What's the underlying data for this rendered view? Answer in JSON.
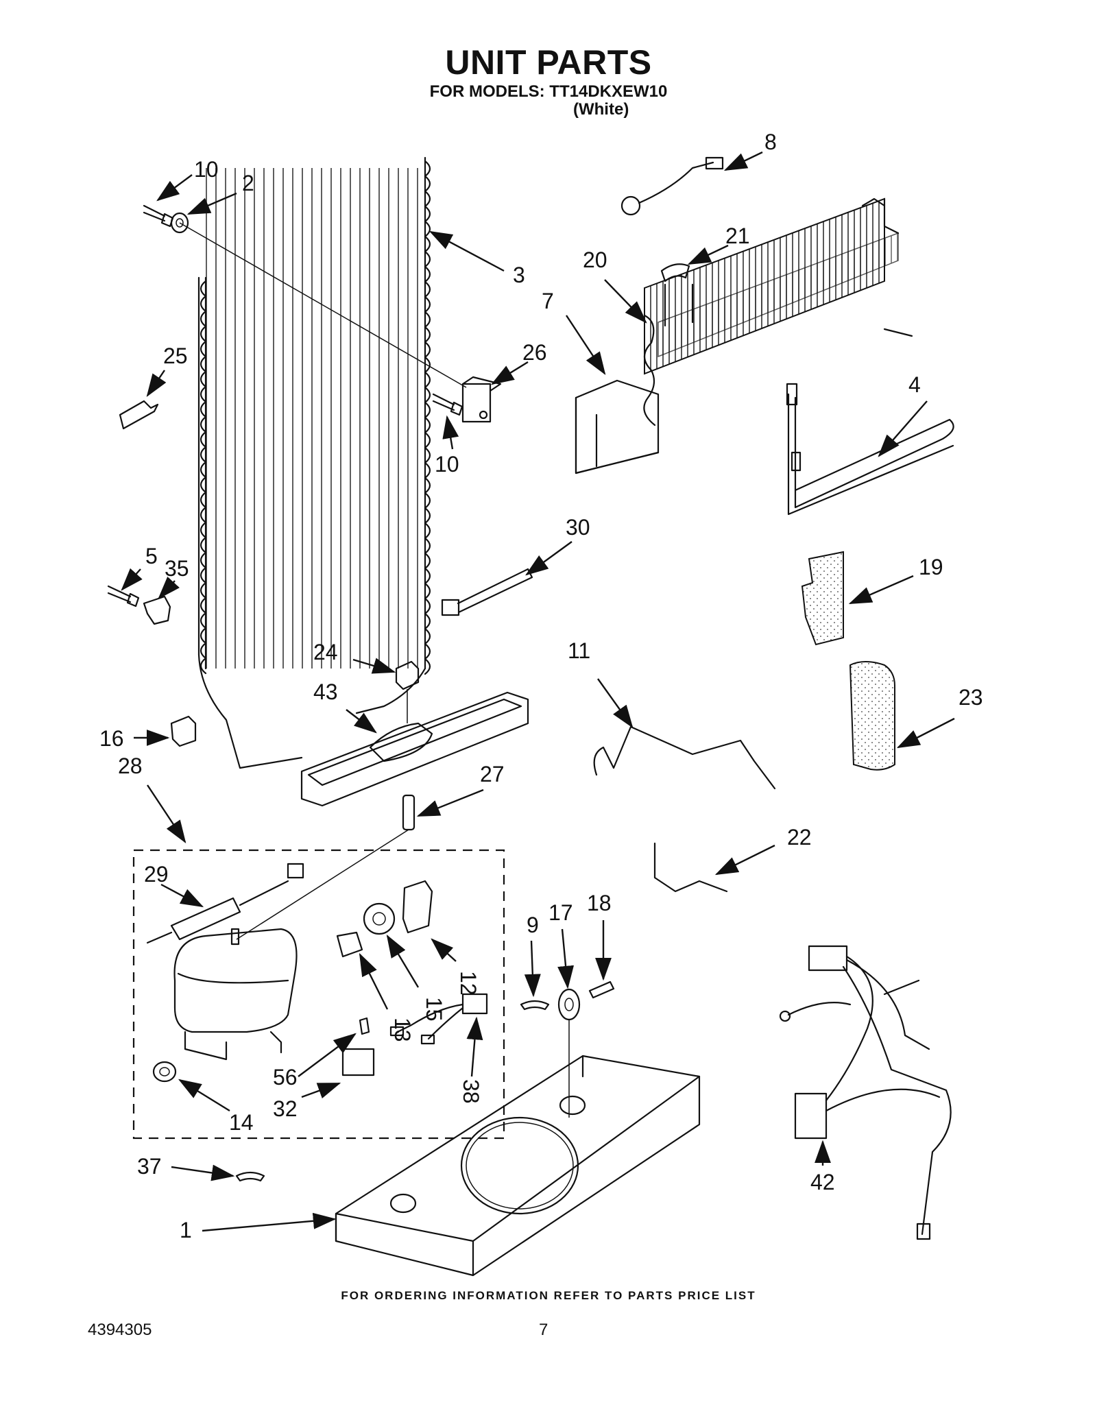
{
  "header": {
    "title": "UNIT PARTS",
    "subtitle": "FOR MODELS: TT14DKXEW10",
    "color_note": "(White)"
  },
  "footer": {
    "ordering_note": "FOR ORDERING INFORMATION REFER TO PARTS PRICE LIST",
    "doc_number": "4394305",
    "page_number": "7"
  },
  "callouts": [
    "10",
    "2",
    "3",
    "8",
    "21",
    "20",
    "7",
    "25",
    "26",
    "10",
    "4",
    "30",
    "5",
    "35",
    "19",
    "24",
    "11",
    "43",
    "23",
    "16",
    "28",
    "27",
    "22",
    "29",
    "9",
    "17",
    "18",
    "12",
    "15",
    "13",
    "56",
    "32",
    "14",
    "38",
    "42",
    "37",
    "1"
  ]
}
